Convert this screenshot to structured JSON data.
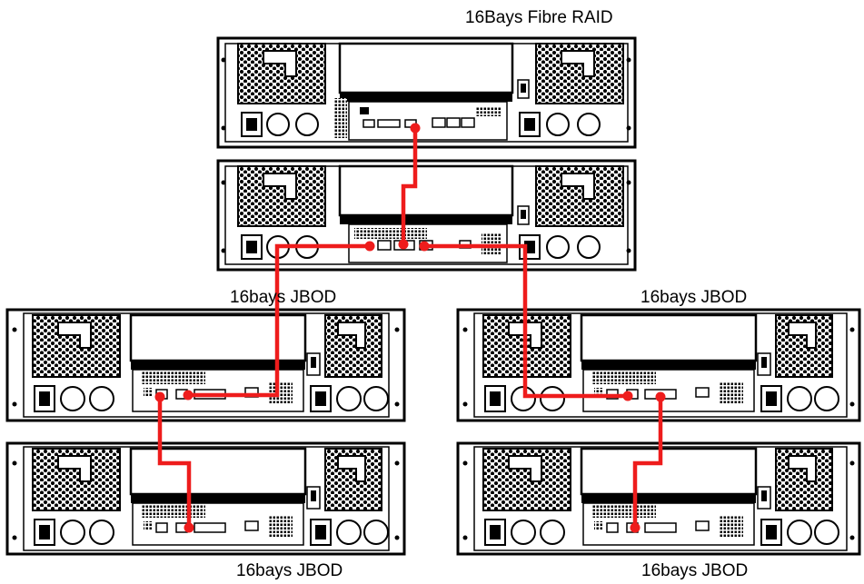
{
  "labels": {
    "raid": "16Bays Fibre RAID",
    "jbod_left_top": "16bays JBOD",
    "jbod_right_top": "16bays JBOD",
    "jbod_left_bottom": "16bays JBOD",
    "jbod_right_bottom": "16bays JBOD"
  },
  "colors": {
    "cable": "#ee1c1c",
    "chassis_outline": "#000000",
    "background": "#ffffff"
  },
  "icons": {
    "fan": "fan-grille-icon",
    "power_socket": "power-socket-icon",
    "power_switch": "power-switch-icon",
    "port": "sas-port-icon"
  }
}
